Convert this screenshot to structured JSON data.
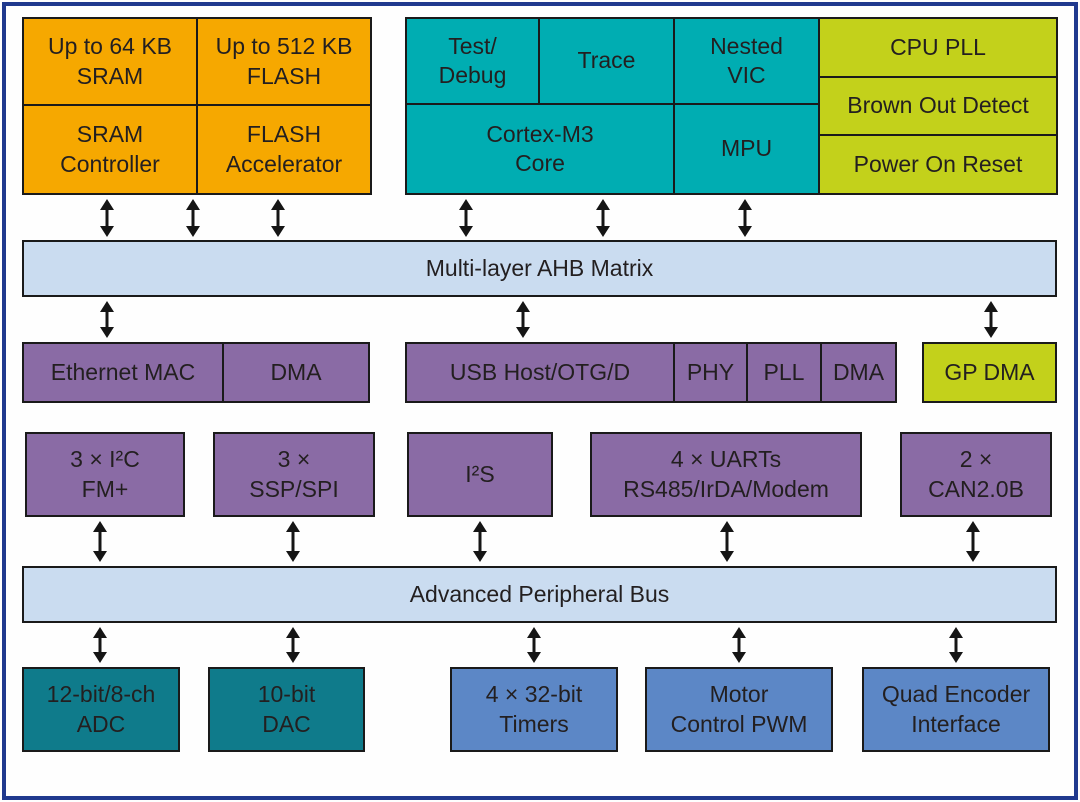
{
  "palette": {
    "frame_border": "#20398e",
    "memory_orange": "#f6a800",
    "core_teal": "#00adb2",
    "system_lime": "#c3d11b",
    "bus_light_blue": "#cadcf0",
    "peripheral_purple": "#8a6ba5",
    "analog_dark_teal": "#0f7b8b",
    "timer_blue": "#5c87c6",
    "block_border": "#1a1a1a",
    "text": "#231f20",
    "arrow": "#151515"
  },
  "memory": {
    "sram_size": {
      "line1": "Up to 64 KB",
      "line2": "SRAM"
    },
    "flash_size": {
      "line1": "Up to 512 KB",
      "line2": "FLASH"
    },
    "sram_controller": {
      "line1": "SRAM",
      "line2": "Controller"
    },
    "flash_accelerator": {
      "line1": "FLASH",
      "line2": "Accelerator"
    }
  },
  "core": {
    "test_debug": {
      "line1": "Test/",
      "line2": "Debug"
    },
    "trace": {
      "line1": "Trace"
    },
    "nested_vic": {
      "line1": "Nested",
      "line2": "VIC"
    },
    "cortex": {
      "line1": "Cortex-M3",
      "line2": "Core"
    },
    "mpu": {
      "line1": "MPU"
    }
  },
  "system": {
    "cpu_pll": {
      "line1": "CPU PLL"
    },
    "brown_out_detect": {
      "line1": "Brown Out Detect"
    },
    "power_on_reset": {
      "line1": "Power On Reset"
    }
  },
  "buses": {
    "ahb_matrix": {
      "line1": "Multi-layer AHB Matrix"
    },
    "apb": {
      "line1": "Advanced Peripheral Bus"
    }
  },
  "ahb_peripherals": {
    "ethernet_mac": {
      "line1": "Ethernet MAC"
    },
    "ethernet_dma": {
      "line1": "DMA"
    },
    "usb": {
      "line1": "USB Host/OTG/D"
    },
    "usb_phy": {
      "line1": "PHY"
    },
    "usb_pll": {
      "line1": "PLL"
    },
    "usb_dma": {
      "line1": "DMA"
    },
    "gp_dma": {
      "line1": "GP DMA"
    }
  },
  "apb_peripherals": {
    "i2c": {
      "line1": "3 × I²C",
      "line2": "FM+"
    },
    "ssp_spi": {
      "line1": "3 ×",
      "line2": "SSP/SPI"
    },
    "i2s": {
      "line1": "I²S"
    },
    "uarts": {
      "line1": "4 × UARTs",
      "line2": "RS485/IrDA/Modem"
    },
    "can": {
      "line1": "2 ×",
      "line2": "CAN2.0B"
    }
  },
  "analog": {
    "adc": {
      "line1": "12-bit/8-ch",
      "line2": "ADC"
    },
    "dac": {
      "line1": "10-bit",
      "line2": "DAC"
    }
  },
  "timers_motion": {
    "timers": {
      "line1": "4 × 32-bit",
      "line2": "Timers"
    },
    "motor_pwm": {
      "line1": "Motor",
      "line2": "Control PWM"
    },
    "quad_encoder": {
      "line1": "Quad Encoder",
      "line2": "Interface"
    }
  }
}
